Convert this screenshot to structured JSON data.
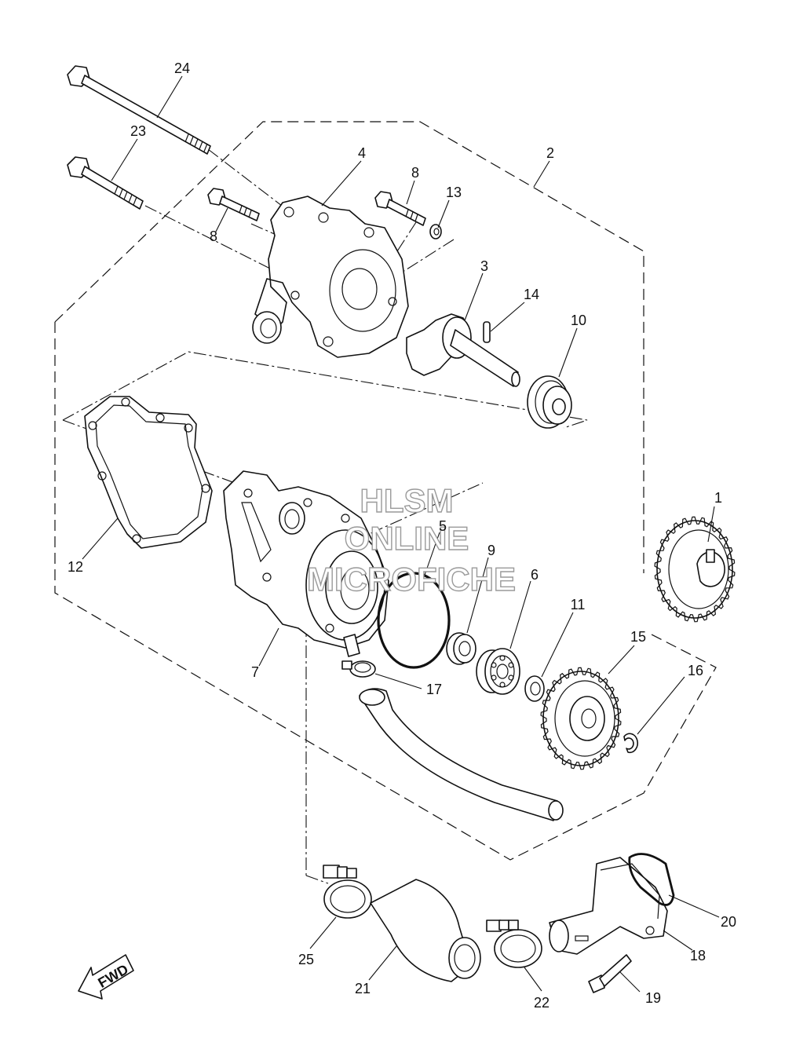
{
  "watermark": {
    "line1": "HLSM",
    "line2": "ONLINE",
    "line3": "MICROFICHE"
  },
  "fwd_label": "FWD",
  "callouts": {
    "c1": "1",
    "c2": "2",
    "c3": "3",
    "c4": "4",
    "c5": "5",
    "c6": "6",
    "c7": "7",
    "c8a": "8",
    "c8b": "8",
    "c9": "9",
    "c10": "10",
    "c11": "11",
    "c12": "12",
    "c13": "13",
    "c14": "14",
    "c15": "15",
    "c16": "16",
    "c17": "17",
    "c18": "18",
    "c19": "19",
    "c20": "20",
    "c21": "21",
    "c22": "22",
    "c23": "23",
    "c24": "24",
    "c25": "25"
  }
}
